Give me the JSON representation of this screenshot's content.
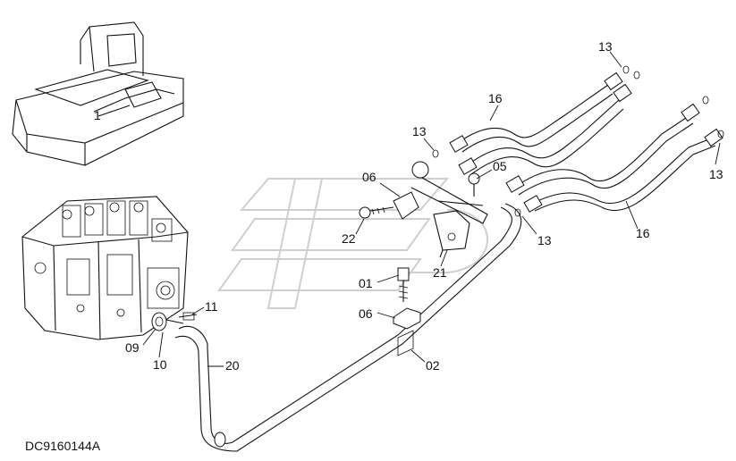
{
  "drawing": {
    "code": "DC9160144A",
    "inset_marker": "1"
  },
  "labels": [
    {
      "id": "13a",
      "text": "13"
    },
    {
      "id": "16a",
      "text": "16"
    },
    {
      "id": "13b",
      "text": "13"
    },
    {
      "id": "06a",
      "text": "06"
    },
    {
      "id": "05",
      "text": "05"
    },
    {
      "id": "22",
      "text": "22"
    },
    {
      "id": "13c",
      "text": "13"
    },
    {
      "id": "16b",
      "text": "16"
    },
    {
      "id": "13d",
      "text": "13"
    },
    {
      "id": "21",
      "text": "21"
    },
    {
      "id": "01",
      "text": "01"
    },
    {
      "id": "06b",
      "text": "06"
    },
    {
      "id": "02",
      "text": "02"
    },
    {
      "id": "11",
      "text": "11"
    },
    {
      "id": "09",
      "text": "09"
    },
    {
      "id": "10",
      "text": "10"
    },
    {
      "id": "20",
      "text": "20"
    }
  ]
}
